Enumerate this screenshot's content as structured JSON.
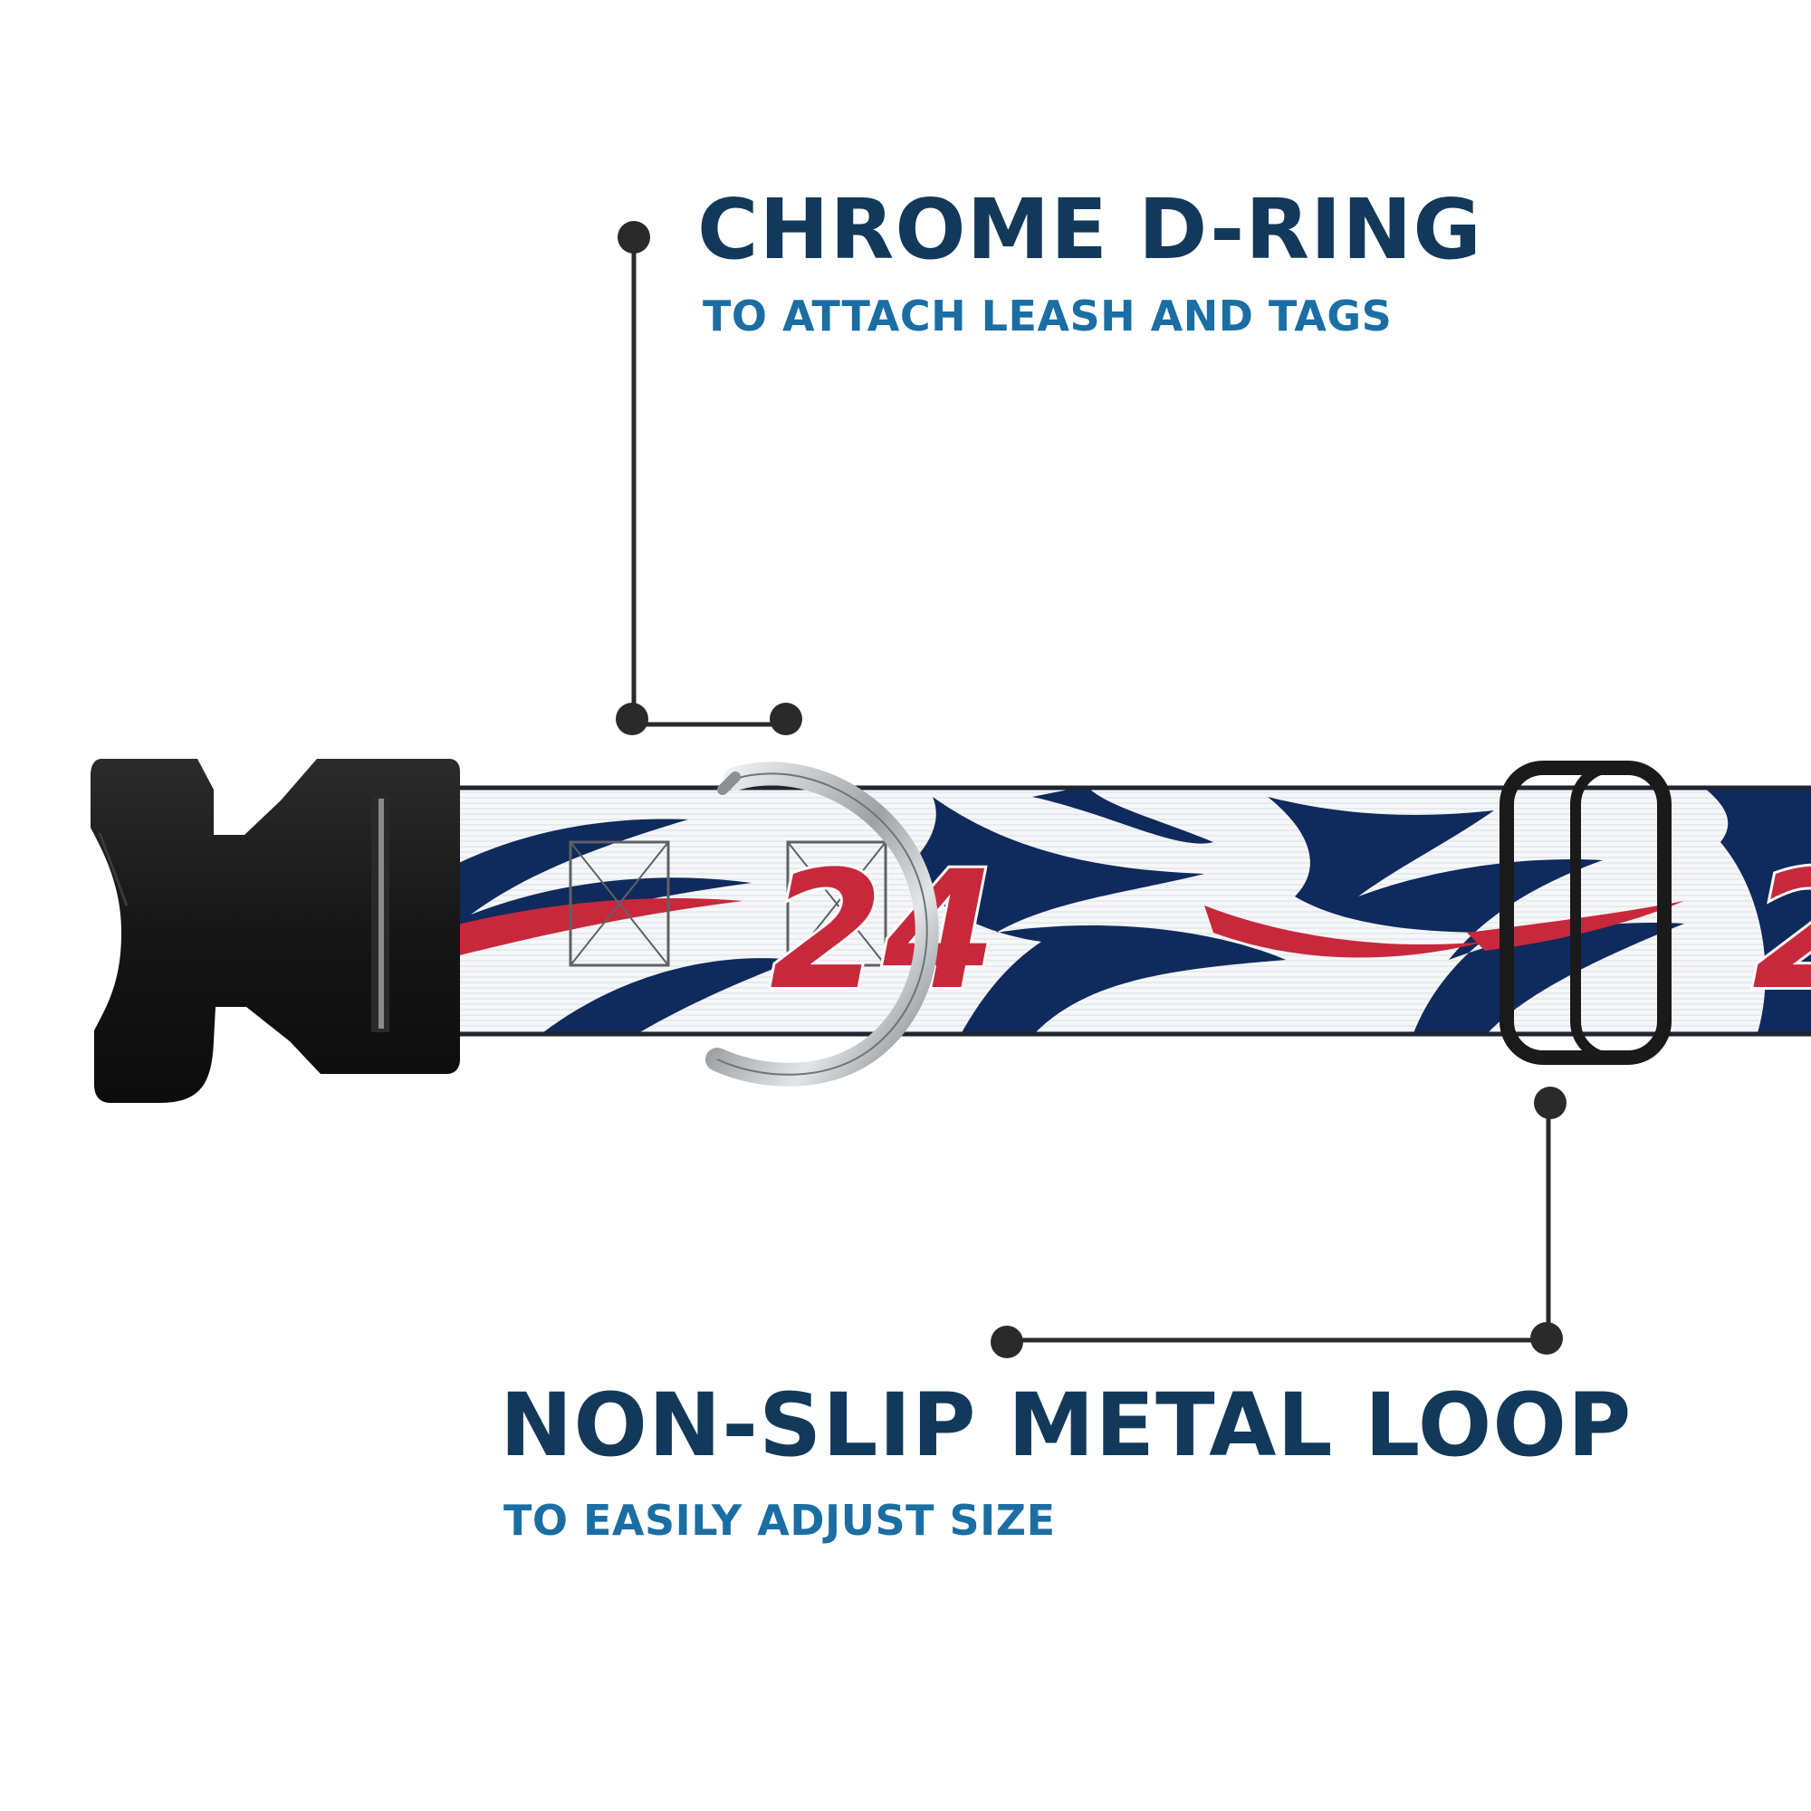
{
  "callouts": {
    "d_ring": {
      "title": "CHROME D-RING",
      "subtitle": "TO ATTACH LEASH AND TAGS"
    },
    "loop": {
      "title": "NON-SLIP METAL LOOP",
      "subtitle": "TO EASILY ADJUST SIZE"
    }
  },
  "collar": {
    "print_number": "24"
  },
  "colors": {
    "title": "#12395a",
    "subtitle": "#1b6ea3",
    "webbing_white": "#f6f7f8",
    "navy": "#0f2a5c",
    "red": "#c8283b",
    "buckle": "#1c1c1c",
    "chrome": "#b9bcbf",
    "pointer": "#2a2a2a"
  }
}
